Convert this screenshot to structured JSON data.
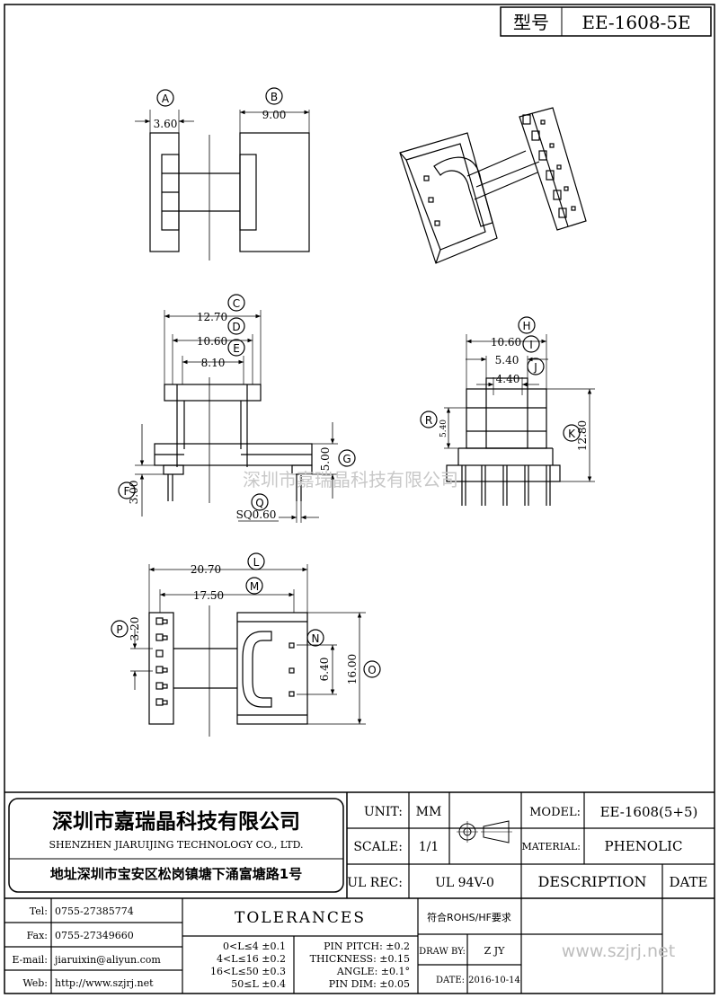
{
  "title_block": {
    "model_label": "型号",
    "model_value": "EE-1608-5E"
  },
  "watermark": "深圳市嘉瑞晶科技有限公司",
  "dimensions": [
    {
      "id": "A",
      "value": "3.60"
    },
    {
      "id": "B",
      "value": "9.00"
    },
    {
      "id": "C",
      "value": "12.70"
    },
    {
      "id": "D",
      "value": "10.60"
    },
    {
      "id": "E",
      "value": "8.10"
    },
    {
      "id": "F",
      "value": "3.00"
    },
    {
      "id": "G",
      "value": "5.00"
    },
    {
      "id": "H",
      "value": "10.60"
    },
    {
      "id": "I",
      "value": "5.40"
    },
    {
      "id": "J",
      "value": "4.40"
    },
    {
      "id": "K",
      "value": "12.80"
    },
    {
      "id": "L",
      "value": "20.70"
    },
    {
      "id": "M",
      "value": "17.50"
    },
    {
      "id": "N",
      "value": "6.40"
    },
    {
      "id": "O",
      "value": "16.00"
    },
    {
      "id": "P",
      "value": "3.20"
    },
    {
      "id": "Q",
      "value": "SQ0.60"
    },
    {
      "id": "R",
      "value": "5.40"
    }
  ],
  "company": {
    "name_cn": "深圳市嘉瑞晶科技有限公司",
    "name_en": "SHENZHEN JIARUIJING TECHNOLOGY CO., LTD.",
    "address": "地址深圳市宝安区松岗镇塘下涌富塘路1号"
  },
  "info": {
    "unit_label": "UNIT:",
    "unit_value": "MM",
    "scale_label": "SCALE:",
    "scale_value": "1/1",
    "ulrec_label": "UL REC:",
    "ulrec_value": "UL 94V-0",
    "model_label": "MODEL:",
    "model_value": "EE-1608(5+5)",
    "material_label": "MATERIAL:",
    "material_value": "PHENOLIC",
    "description_label": "DESCRIPTION",
    "date_header": "DATE"
  },
  "contacts": {
    "tel_label": "Tel:",
    "tel_value": "0755-27385774",
    "fax_label": "Fax:",
    "fax_value": "0755-27349660",
    "email_label": "E-mail:",
    "email_value": "jiaruixin@aliyun.com",
    "web_label": "Web:",
    "web_value": "http://www.szjrj.net"
  },
  "tolerances": {
    "title": "TOLERANCES",
    "rows": [
      "0<L≤4 ±0.1",
      "4<L≤16 ±0.2",
      "16<L≤50 ±0.3",
      "50≤L ±0.4"
    ],
    "pin_pitch": "PIN PITCH: ±0.2",
    "thickness": "THICKNESS: ±0.15",
    "angle": "ANGLE: ±0.1°",
    "pin_dim": "PIN DIM: ±0.05"
  },
  "rohs": "符合ROHS/HF要求",
  "draw_by_label": "DRAW BY:",
  "draw_by_value": "Z JY",
  "date_label": "DATE:",
  "date_value": "2016-10-14",
  "website_mark": "www.szjrj.net"
}
